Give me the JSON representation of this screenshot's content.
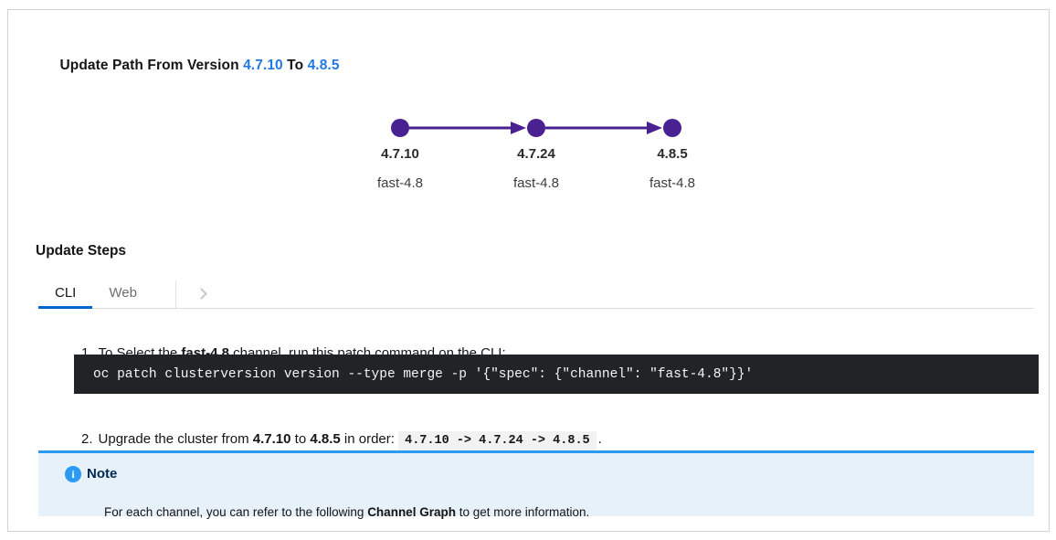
{
  "title": {
    "text_prefix": "Update Path From Version ",
    "from_version": "4.7.10",
    "connector": " To ",
    "to_version": "4.8.5"
  },
  "graph": {
    "nodes": [
      {
        "version": "4.7.10",
        "channel": "fast-4.8"
      },
      {
        "version": "4.7.24",
        "channel": "fast-4.8"
      },
      {
        "version": "4.8.5",
        "channel": "fast-4.8"
      }
    ],
    "node_color": "#4a2190"
  },
  "update_steps": {
    "heading": "Update Steps",
    "tabs": {
      "cli": "CLI",
      "web": "Web",
      "overflow_icon": "chevron-right"
    },
    "steps": {
      "one": {
        "number": "1.",
        "text_pre": "To Select the ",
        "channel_bold": "fast-4.8",
        "text_post": " channel, run this patch command on the CLI:",
        "command": "oc patch clusterversion version --type merge -p '{\"spec\": {\"channel\": \"fast-4.8\"}}'"
      },
      "two": {
        "number": "2.",
        "text_pre": "Upgrade the cluster from ",
        "from_version": "4.7.10",
        "text_mid": " to ",
        "to_version": "4.8.5",
        "text_order": " in order: ",
        "path_code": "4.7.10 -> 4.7.24 -> 4.8.5",
        "text_end": "."
      }
    }
  },
  "note": {
    "title": "Note",
    "info_glyph": "i",
    "body_pre": "For each channel, you can refer to the following ",
    "body_bold": "Channel Graph",
    "body_post": " to get more information."
  },
  "colors": {
    "node_purple": "#4a2190",
    "link_blue": "#2379e2",
    "tab_active_underline": "#0066cc",
    "tab_inactive_text": "#6a6e73",
    "card_border": "#d2d2d2",
    "code_block_bg": "#212427",
    "inline_code_bg": "#f2f2f2",
    "note_bg": "#e7f1fa",
    "note_accent": "#2b9af3",
    "note_title_text": "#002952"
  }
}
